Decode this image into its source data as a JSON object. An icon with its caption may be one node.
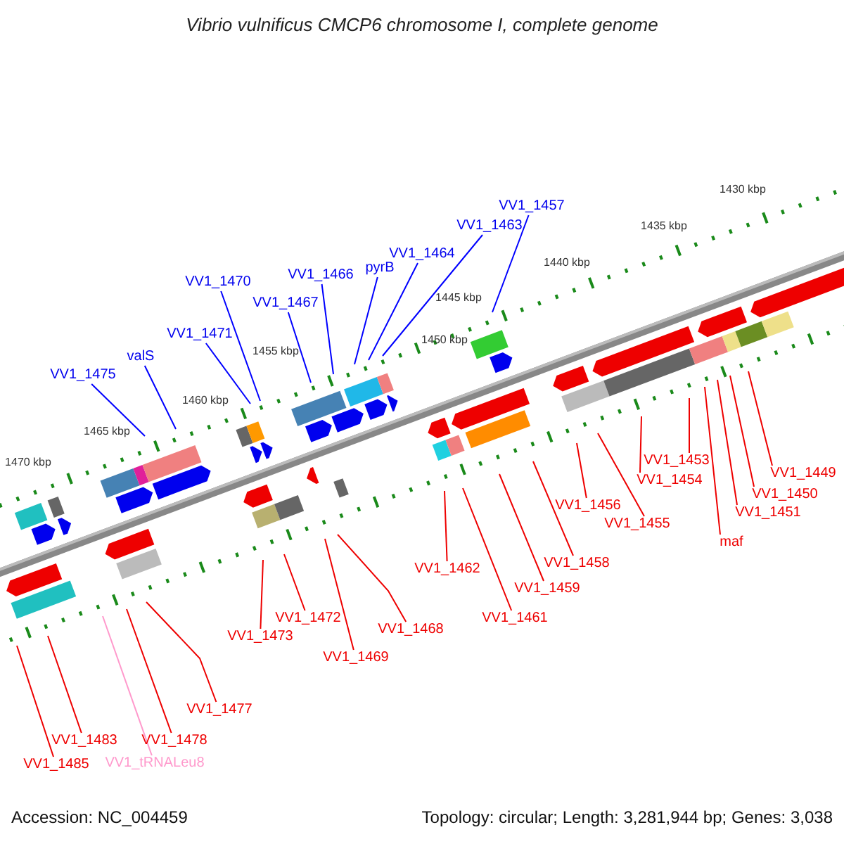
{
  "diagram": {
    "title": "Vibrio vulnificus CMCP6 chromosome I, complete genome",
    "nodes": [
      {
        "text": [
          "VV1_1457"
        ]
      },
      {
        "text": [
          "VV1_1463"
        ]
      },
      {
        "text": [
          "VV1_1464"
        ]
      },
      {
        "text": [
          "pyrB"
        ]
      },
      {
        "text": [
          "VV1_1466"
        ]
      },
      {
        "text": [
          "VV1_1470"
        ]
      },
      {
        "text": [
          "VV1_1467"
        ]
      },
      {
        "text": [
          "VV1_1471"
        ]
      },
      {
        "text": [
          "valS"
        ]
      },
      {
        "text": [
          "VV1_1475"
        ]
      },
      {
        "text": [
          "VV1_1453"
        ]
      },
      {
        "text": [
          "VV1_1449"
        ]
      },
      {
        "text": [
          "VV1_1454"
        ]
      },
      {
        "text": [
          "VV1_1450"
        ]
      },
      {
        "text": [
          "VV1_1456"
        ]
      },
      {
        "text": [
          "VV1_1451"
        ]
      },
      {
        "text": [
          "VV1_1455"
        ]
      },
      {
        "text": [
          "maf"
        ]
      },
      {
        "text": [
          "VV1_1462"
        ]
      },
      {
        "text": [
          "VV1_1458"
        ]
      },
      {
        "text": [
          "VV1_1459"
        ]
      },
      {
        "text": [
          "VV1_1472"
        ]
      },
      {
        "text": [
          "VV1_1461"
        ]
      },
      {
        "text": [
          "VV1_1468"
        ]
      },
      {
        "text": [
          "VV1_1473"
        ]
      },
      {
        "text": [
          "VV1_1469"
        ]
      },
      {
        "text": [
          "VV1_1477"
        ]
      },
      {
        "text": [
          "VV1_1483"
        ]
      },
      {
        "text": [
          "VV1_1478"
        ]
      },
      {
        "text": [
          "VV1_1485"
        ]
      },
      {
        "text": [
          "VV1_tRNALeu8"
        ]
      }
    ],
    "edges": [
      {
        "from": 0,
        "to": null,
        "arrow": "none",
        "color": "#0000ff"
      },
      {
        "from": 1,
        "to": null,
        "arrow": "none",
        "color": "#0000ff"
      },
      {
        "from": 2,
        "to": null,
        "arrow": "none",
        "color": "#0000ff"
      },
      {
        "from": 3,
        "to": null,
        "arrow": "none",
        "color": "#0000ff"
      },
      {
        "from": 4,
        "to": null,
        "arrow": "none",
        "color": "#0000ff"
      },
      {
        "from": 5,
        "to": null,
        "arrow": "none",
        "color": "#0000ff"
      },
      {
        "from": 6,
        "to": null,
        "arrow": "none",
        "color": "#0000ff"
      },
      {
        "from": 7,
        "to": null,
        "arrow": "none",
        "color": "#0000ff"
      },
      {
        "from": 8,
        "to": null,
        "arrow": "none",
        "color": "#0000ff"
      },
      {
        "from": 9,
        "to": null,
        "arrow": "none",
        "color": "#0000ff"
      },
      {
        "from": 10,
        "to": null,
        "arrow": "none"
      },
      {
        "from": 11,
        "to": null,
        "arrow": "none"
      },
      {
        "from": 12,
        "to": null,
        "arrow": "none"
      },
      {
        "from": 13,
        "to": null,
        "arrow": "none"
      },
      {
        "from": 14,
        "to": null,
        "arrow": "none"
      },
      {
        "from": 15,
        "to": null,
        "arrow": "none"
      },
      {
        "from": 16,
        "to": null,
        "arrow": "none"
      },
      {
        "from": 17,
        "to": null,
        "arrow": "none"
      },
      {
        "from": 18,
        "to": null,
        "arrow": "none"
      },
      {
        "from": 19,
        "to": null,
        "arrow": "none"
      },
      {
        "from": 20,
        "to": null,
        "arrow": "none"
      },
      {
        "from": 21,
        "to": null,
        "arrow": "none"
      },
      {
        "from": 22,
        "to": null,
        "arrow": "none"
      },
      {
        "from": 23,
        "to": null,
        "arrow": "none"
      },
      {
        "from": 24,
        "to": null,
        "arrow": "none"
      },
      {
        "from": 25,
        "to": null,
        "arrow": "none"
      },
      {
        "from": 26,
        "to": null,
        "arrow": "none"
      },
      {
        "from": 27,
        "to": null,
        "arrow": "none"
      },
      {
        "from": 28,
        "to": null,
        "arrow": "none"
      },
      {
        "from": 29,
        "to": null,
        "arrow": "none"
      },
      {
        "from": 30,
        "to": null,
        "arrow": "none",
        "color": "#ff99cc"
      }
    ],
    "labels": [
      "1430 kbp",
      "1435 kbp",
      "1440 kbp",
      "1445 kbp",
      "1450 kbp",
      "1455 kbp",
      "1460 kbp",
      "1465 kbp",
      "1470 kbp",
      "Accession: NC_004459",
      "Topology: circular; Length: 3,281,944 bp; Genes: 3,038"
    ]
  }
}
